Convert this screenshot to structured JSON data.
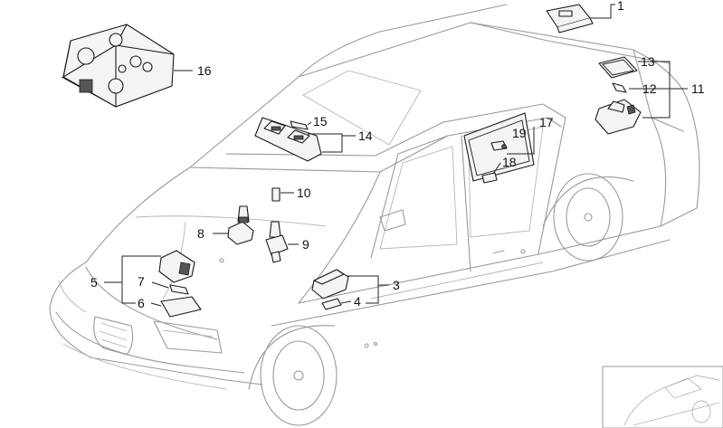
{
  "callouts": {
    "c1": "1",
    "c3": "3",
    "c4": "4",
    "c5": "5",
    "c6": "6",
    "c7": "7",
    "c8": "8",
    "c9": "9",
    "c10": "10",
    "c11": "11",
    "c12": "12",
    "c13": "13",
    "c14": "14",
    "c15": "15",
    "c16": "16",
    "c17": "17",
    "c18": "18",
    "c19": "19"
  },
  "colors": {
    "line": "#222222",
    "car_outline": "#9a9a9a",
    "background": "#ffffff"
  }
}
